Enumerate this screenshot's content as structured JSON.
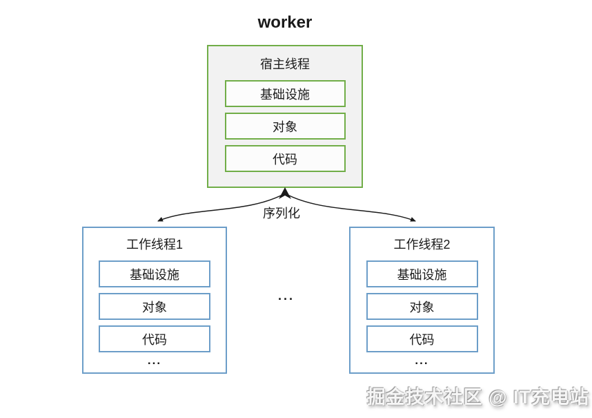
{
  "colors": {
    "host_border": "#70ad47",
    "host_fill": "#f2f2f2",
    "worker_border": "#6b9dc8",
    "arrow": "#1a1a1a",
    "text": "#1a1a1a"
  },
  "diagram": {
    "title": "worker",
    "host": {
      "label": "宿主线程",
      "items": [
        "基础设施",
        "对象",
        "代码"
      ]
    },
    "arrow_label": "序列化",
    "between_ellipsis": "...",
    "workers": [
      {
        "label": "工作线程1",
        "items": [
          "基础设施",
          "对象",
          "代码"
        ],
        "more": "..."
      },
      {
        "label": "工作线程2",
        "items": [
          "基础设施",
          "对象",
          "代码"
        ],
        "more": "..."
      }
    ]
  },
  "watermark": "掘金技术社区 @ IT充电站"
}
